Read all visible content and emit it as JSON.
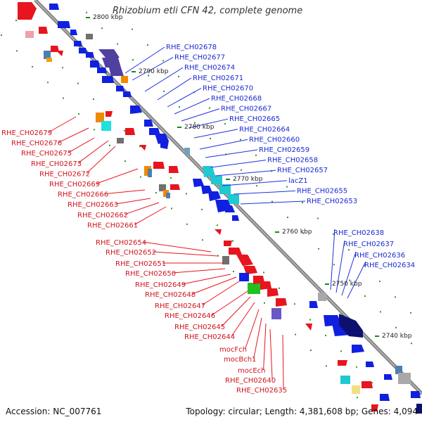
{
  "title": "Rhizobium etli CFN 42, complete genome",
  "footer": {
    "accession": "Accession: NC_007761",
    "summary": "Topology: circular; Length: 4,381,608 bp; Genes: 4,094"
  },
  "colors": {
    "forward": "#2030e0",
    "reverse": "#e8141e",
    "backbone": "#808080",
    "tick": "#1a8a1a"
  },
  "kbp_labels": [
    "2800 kbp",
    "2790 kbp",
    "2780 kbp",
    "2770 kbp",
    "2760 kbp",
    "2750 kbp",
    "2740 kbp"
  ],
  "blue_labels": [
    "RHE_CH02678",
    "RHE_CH02677",
    "RHE_CH02674",
    "RHE_CH02671",
    "RHE_CH02670",
    "RHE_CH02668",
    "RHE_CH02667",
    "RHE_CH02665",
    "RHE_CH02664",
    "RHE_CH02660",
    "RHE_CH02659",
    "RHE_CH02658",
    "RHE_CH02657",
    "lacZ1",
    "RHE_CH02655",
    "RHE_CH02653"
  ],
  "blue_labels_right": [
    "RHE_CH02638",
    "RHE_CH02637",
    "RHE_CH02636",
    "RHE_CH02634"
  ],
  "red_labels_top": [
    "RHE_CH02679",
    "RHE_CH02676",
    "RHE_CH02675",
    "RHE_CH02673",
    "RHE_CH02672",
    "RHE_CH02669",
    "RHE_CH02666",
    "RHE_CH02663",
    "RHE_CH02662",
    "RHE_CH02661"
  ],
  "red_labels_bottom": [
    "RHE_CH02654",
    "RHE_CH02652",
    "RHE_CH02651",
    "RHE_CH02650",
    "RHE_CH02649",
    "RHE_CH02648",
    "RHE_CH02647",
    "RHE_CH02646",
    "RHE_CH02645",
    "RHE_CH02644",
    "mocFch",
    "mocBch1",
    "mocEch",
    "RHE_CH02640",
    "RHE_CH02635"
  ]
}
